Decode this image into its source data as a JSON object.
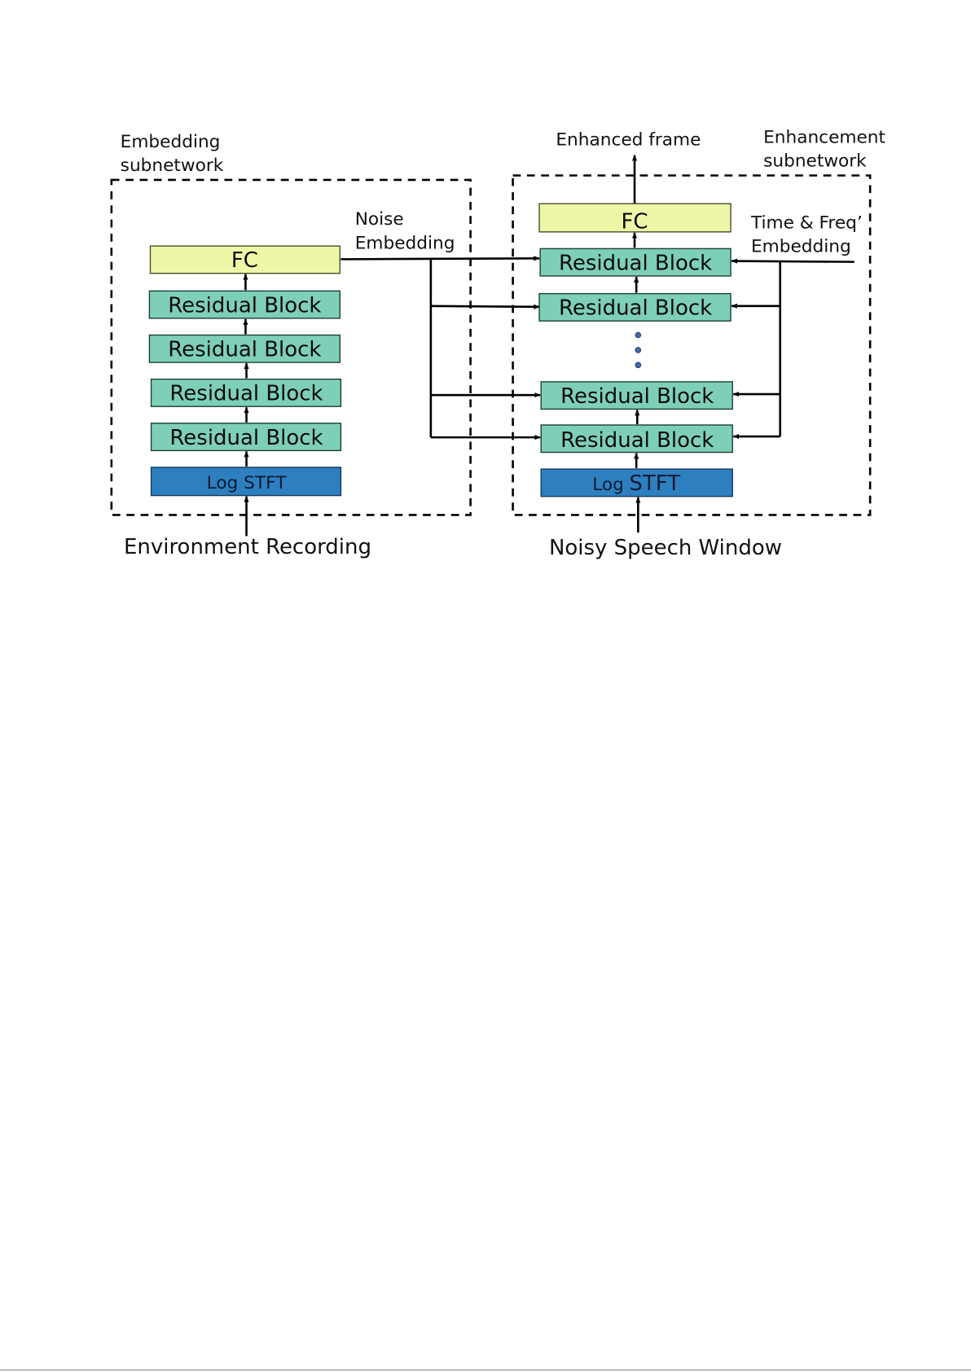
{
  "embedding_subnetwork": {
    "title_line1": "Embedding",
    "title_line2": "subnetwork",
    "input_label": "Environment Recording",
    "stft_label": "Log STFT",
    "fc_label": "FC",
    "residual_blocks": [
      "Residual Block",
      "Residual Block",
      "Residual Block",
      "Residual Block"
    ]
  },
  "noise_embedding": {
    "line1": "Noise",
    "line2": "Embedding"
  },
  "enhancement_subnetwork": {
    "title_line1": "Enhancement",
    "title_line2": "subnetwork",
    "input_label": "Noisy Speech Window",
    "stft_prefix": "Log",
    "stft_main": "STFT",
    "fc_label": "FC",
    "output_label": "Enhanced frame",
    "residual_blocks": [
      "Residual Block",
      "Residual Block",
      "Residual Block",
      "Residual Block"
    ]
  },
  "time_freq_embedding": {
    "line1": "Time & Freq’",
    "line2": "Embedding"
  },
  "colors": {
    "residual_block": "#7ecfb8",
    "fc_layer": "#eef6a8",
    "log_stft": "#2e7fbf"
  }
}
